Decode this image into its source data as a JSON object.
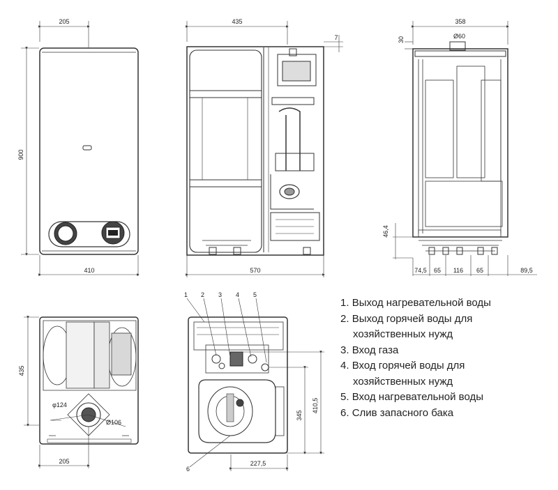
{
  "dimensions": {
    "front_top": "205",
    "front_height": "900",
    "front_bottom": "410",
    "side_top": "435",
    "side_top_right": "7",
    "side_bottom": "570",
    "right_top": "358",
    "right_top_left": "30",
    "right_dia": "Ø60",
    "right_height_left": "46,4",
    "right_bottom_1": "74,5",
    "right_bottom_2": "65",
    "right_bottom_3": "116",
    "right_bottom_4": "65",
    "right_bottom_5": "89,5",
    "rear_left": "435",
    "rear_dia1": "φ124",
    "rear_dia2": "Ø106",
    "rear_bottom": "205",
    "bottom_view_h1": "345",
    "bottom_view_h2": "410,5",
    "bottom_view_w": "227,5"
  },
  "callouts": [
    "1",
    "2",
    "3",
    "4",
    "5",
    "6"
  ],
  "legend": [
    {
      "num": "1.",
      "text": "Выход нагревательной воды"
    },
    {
      "num": "2.",
      "text": "Выход горячей воды для"
    },
    {
      "num": "",
      "text": "хозяйственных нужд"
    },
    {
      "num": "3.",
      "text": "Вход газа"
    },
    {
      "num": "4.",
      "text": "Вход горячей воды для"
    },
    {
      "num": "",
      "text": "хозяйственных нужд"
    },
    {
      "num": "5.",
      "text": "Вход нагревательной воды"
    },
    {
      "num": "6.",
      "text": "Слив запасного бака"
    }
  ]
}
